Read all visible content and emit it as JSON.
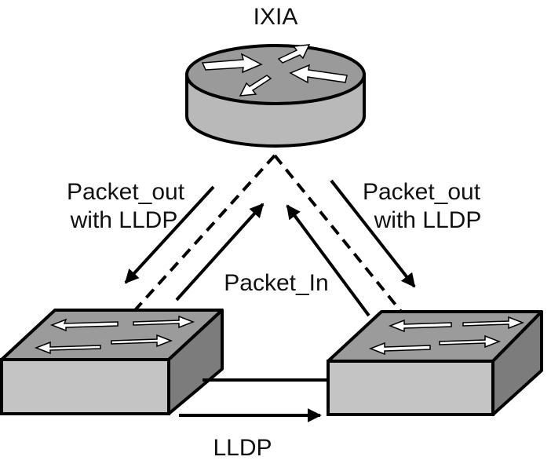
{
  "diagram": {
    "router_label": "IXIA",
    "left_packet_out_line1": "Packet_out",
    "left_packet_out_line2": "with LLDP",
    "right_packet_out_line1": "Packet_out",
    "right_packet_out_line2": "with LLDP",
    "packet_in_label": "Packet_In",
    "link_label": "LLDP"
  },
  "colors": {
    "stroke": "#000000",
    "router_top": "#9a9a9a",
    "router_side": "#b9b9b9",
    "switch_top": "#9b9b9b",
    "switch_front": "#c4c4c4",
    "switch_side": "#7c7c7c",
    "arrow_white": "#ffffff"
  }
}
